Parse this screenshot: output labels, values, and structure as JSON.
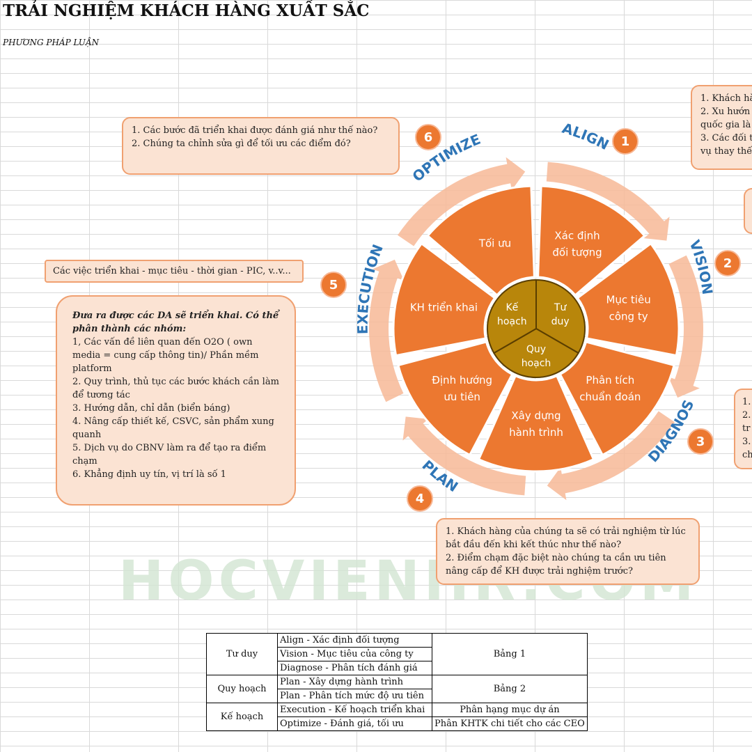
{
  "title": "TRẢI NGHIỆM KHÁCH HÀNG XUẤT SẮC",
  "subtitle": "PHƯƠNG PHÁP LUẬN",
  "watermark": "HOCVIENHR.COM",
  "colors": {
    "accent": "#ec7830",
    "light_accent": "#f7b896",
    "callout_bg": "#fbe3d3",
    "center": "#b8860b",
    "phase_label": "#2e75b6"
  },
  "wheel": {
    "segments": [
      {
        "label_lines": [
          "Xác định",
          "đối tượng"
        ]
      },
      {
        "label_lines": [
          "Mục tiêu",
          "công ty"
        ]
      },
      {
        "label_lines": [
          "Phân tích",
          "chuẩn đoán"
        ]
      },
      {
        "label_lines": [
          "Xây dựng",
          "hành trình"
        ]
      },
      {
        "label_lines": [
          "Định hướng",
          "ưu tiên"
        ]
      },
      {
        "label_lines": [
          "KH triển khai"
        ]
      },
      {
        "label_lines": [
          "Tối ưu"
        ]
      }
    ],
    "center": [
      {
        "label_lines": [
          "Tư",
          "duy"
        ]
      },
      {
        "label_lines": [
          "Quy",
          "hoạch"
        ]
      },
      {
        "label_lines": [
          "Kế",
          "hoạch"
        ]
      }
    ],
    "phases": [
      "ALIGN",
      "VISION",
      "DIAGNOSE",
      "PLAN",
      "EXECUTION",
      "OPTIMIZE"
    ],
    "numbers": [
      "1",
      "2",
      "3",
      "4",
      "5",
      "6"
    ]
  },
  "callouts": {
    "optimize": [
      "1. Các bước đã triển khai được đánh giá như thế nào?",
      "2. Chúng ta chỉnh sửa gì để tối ưu các điểm đó?"
    ],
    "execution_short": "Các việc triển khai - mục tiêu - thời gian - PIC, v..v...",
    "execution_long_title": "Đưa ra được các DA sẽ triển khai. Có thể phân thành các nhóm:",
    "execution_long_items": [
      "1, Các vấn đề liên quan đến O2O ( own media = cung cấp thông tin)/ Phần mềm platform",
      "2. Quy trình, thủ tục các bước khách cần làm để tương tác",
      "3. Hướng dẫn, chỉ dẫn (biển báng)",
      "4. Nâng cấp thiết kế, CSVC, sản phẩm xung quanh",
      "5. Dịch vụ do CBNV làm ra để tạo ra điểm chạm",
      "6. Khẳng định uy tín, vị trí là số 1"
    ],
    "plan": [
      "1. Khách hàng của chúng ta sẽ có trải nghiệm từ lúc bắt đầu đến khi kết thúc như thế nào?",
      "2. Điểm chạm đặc biệt nào chúng ta cần ưu tiên nâng cấp để  KH được trải nghiệm trước?"
    ],
    "align_partial": [
      "1. Khách hà",
      "2. Xu hướn",
      "quốc gia là",
      "3. Các đối t",
      "vụ thay thế"
    ],
    "diagnose_partial": [
      "1.",
      "2.",
      "tr",
      "3.",
      "ch"
    ]
  },
  "table": {
    "groups": [
      {
        "name": "Tư duy",
        "items": [
          "Align - Xác định đối tượng",
          "Vision - Mục tiêu của công ty",
          "Diagnose - Phân tích đánh giá"
        ],
        "ref": "Bảng 1"
      },
      {
        "name": "Quy hoạch",
        "items": [
          "Plan - Xây dựng hành trình",
          "Plan - Phân tích mức độ ưu tiên"
        ],
        "ref": "Bảng 2"
      },
      {
        "name": "Kế hoạch",
        "items": [
          "Execution - Kế hoạch triển khai",
          "Optimize - Đánh giá, tối ưu"
        ],
        "ref_lines": [
          "Phân hạng mục dự án",
          "Phân KHTK chi tiết cho các CEO"
        ]
      }
    ]
  }
}
